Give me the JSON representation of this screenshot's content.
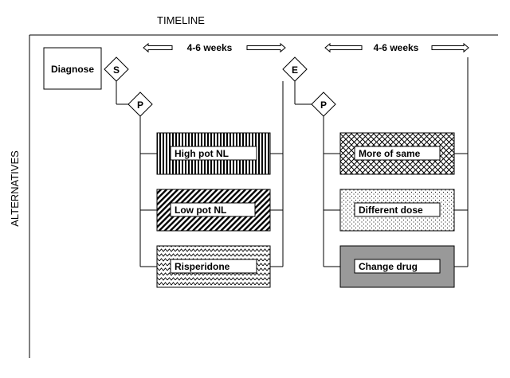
{
  "diagram": {
    "timeline_label": "TIMELINE",
    "alternatives_label": "ALTERNATIVES",
    "period_labels": [
      "4-6 weeks",
      "4-6 weeks"
    ],
    "start_box_label": "Diagnose",
    "decision_nodes": [
      "S",
      "P",
      "E",
      "P"
    ],
    "left_alternatives": [
      {
        "label": "High pot NL",
        "pattern": "vertical-stripes"
      },
      {
        "label": "Low pot NL",
        "pattern": "diagonal-hatch"
      },
      {
        "label": "Risperidone",
        "pattern": "zigzag"
      }
    ],
    "right_alternatives": [
      {
        "label": "More of same",
        "pattern": "crosshatch"
      },
      {
        "label": "Different dose",
        "pattern": "dots"
      },
      {
        "label": "Change drug",
        "pattern": "solid-gray"
      }
    ],
    "colors": {
      "line": "#000000",
      "background": "#ffffff",
      "solid_fill": "#999999"
    }
  }
}
